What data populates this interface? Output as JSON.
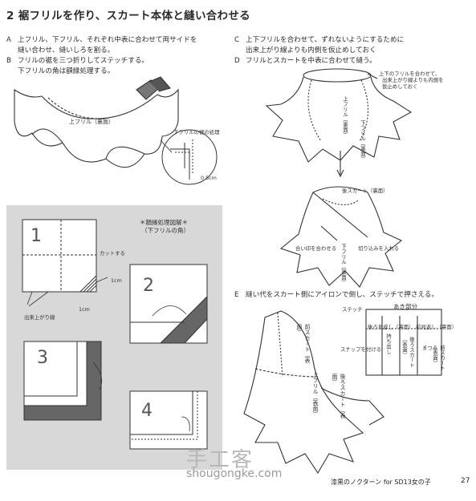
{
  "title": "2  裾フリルを作り、スカート本体と縫い合わせる",
  "steps_left": [
    {
      "key": "A",
      "text": "上フリル、下フリル、それぞれ中表に合わせて両サイドを"
    },
    {
      "key": "",
      "text": "縫い合わせ、縫いしろを割る。"
    },
    {
      "key": "B",
      "text": "フリルの裾を三つ折りしてステッチする。"
    },
    {
      "key": "",
      "text": "下フリルの角は額縁処理する。"
    }
  ],
  "steps_right": [
    {
      "key": "C",
      "text": "上下フリルを合わせて、ずれないようにするために"
    },
    {
      "key": "",
      "text": "出来上がり線よりも内側を仮止めしておく"
    },
    {
      "key": "D",
      "text": "フリルとスカートを中表に合わせて縫う。"
    }
  ],
  "step_e": {
    "key": "E",
    "text": "縫い代をスカート側にアイロンで倒し、ステッチで押さえる。"
  },
  "labels": {
    "upper_frill_back": "上フリル（裏面）",
    "lower_frill_corner": "下フリルの裾の処理",
    "measure_05": "0.5cm",
    "tack_note_1": "上下のフリルを合わせて、",
    "tack_note_2": "出来上がり線よりも内側を",
    "tack_note_3": "仮止めしておく",
    "upper_frill_c": "上フリル（裏面）",
    "lower_frill_c": "下フリル（裏面）",
    "front_skirt_back": "後スカート（裏面）",
    "match_marks": "合い印を合わせる",
    "lower_frill_d": "下フリル（裏面）",
    "clip_in": "切り込みを入れる",
    "mitre_title_1": "＊額縁処理図解＊",
    "mitre_title_2": "（下フリルの角）",
    "cut": "カットする",
    "cm1a": "1cm",
    "cm1b": "1cm",
    "finish_line": "出来上がり線",
    "n1": "1",
    "n2": "2",
    "n3": "3",
    "n4": "4",
    "stitch": "ステッチ",
    "opening": "あき部分",
    "back_facing": "後ろ見返し（裏面）",
    "front_facing": "前見返し（裏面）",
    "front_skirt_e": "前スカート（表面）",
    "snap": "スナップを付ける",
    "back_skirt_e": "後ろスカート（表面）",
    "upper_frill_e": "上フリル（表面）",
    "mark_line": "持ち出し",
    "matsuri": "まつる",
    "back_skirt_small": "後ろスカート（表面）",
    "front_skirt_small": "前スカート（表面）"
  },
  "footer": {
    "text": "漆黒のノクターン  for  SD13女の子",
    "page": "27"
  },
  "watermark": {
    "cn": "手工客",
    "url": "shougongke.com"
  }
}
